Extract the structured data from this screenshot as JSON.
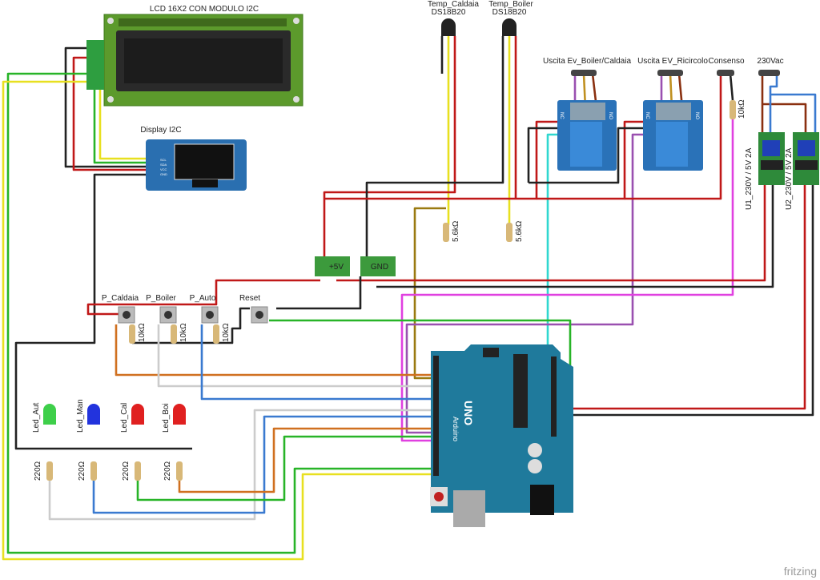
{
  "lcd": {
    "label": "LCD 16X2 CON MODULO I2C"
  },
  "oled": {
    "label": "Display I2C",
    "pins": [
      "SCL",
      "SDA",
      "VCC",
      "GND"
    ]
  },
  "sensors": [
    {
      "name": "Temp_Caldaia",
      "model": "DS18B20",
      "resistor": "5.6kΩ"
    },
    {
      "name": "Temp_Boiler",
      "model": "DS18B20",
      "resistor": "5.6kΩ"
    }
  ],
  "relays": [
    {
      "label": "Uscita Ev_Boiler/Caldaia",
      "nc": "NC",
      "no": "NO"
    },
    {
      "label": "Uscita EV_Ricircolo",
      "nc": "NC",
      "no": "NO"
    }
  ],
  "consenso": {
    "label": "Consenso",
    "resistor": "10kΩ"
  },
  "mains": {
    "label": "230Vac"
  },
  "power_modules": [
    {
      "label": "U1_230V / 5V 2A"
    },
    {
      "label": "U2_230V / 5V 2A"
    }
  ],
  "rails": {
    "plus": "+5V",
    "gnd": "GND"
  },
  "buttons": [
    {
      "label": "P_Caldaia",
      "resistor": "10kΩ"
    },
    {
      "label": "P_Boiler",
      "resistor": "10kΩ"
    },
    {
      "label": "P_Auto",
      "resistor": "10kΩ"
    },
    {
      "label": "Reset"
    }
  ],
  "leds": [
    {
      "label": "Led_Aut",
      "color": "#3ecf4a",
      "resistor": "220Ω"
    },
    {
      "label": "Led_Man",
      "color": "#2233dd",
      "resistor": "220Ω"
    },
    {
      "label": "Led_Cal",
      "color": "#e02020",
      "resistor": "220Ω"
    },
    {
      "label": "Led_Boi",
      "color": "#e02020",
      "resistor": "220Ω"
    }
  ],
  "arduino": {
    "model": "UNO",
    "brand": "Arduino",
    "board_color": "#1f7a9c"
  },
  "watermark": "fritzing"
}
